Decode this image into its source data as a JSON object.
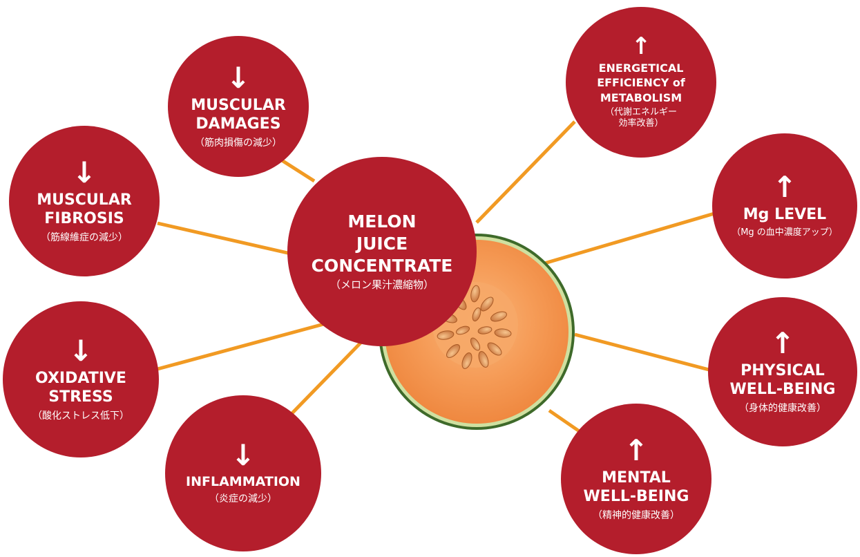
{
  "accent_color": "#b41e2c",
  "connector_color": "#f19a23",
  "melon_image": "melon-half-icon",
  "center": {
    "title": "MELON\nJUICE\nCONCENTRATE",
    "subtitle": "（メロン果汁濃縮物）"
  },
  "effects": {
    "muscular_damages": {
      "direction": "decrease",
      "arrow": "↓",
      "title": "MUSCULAR\nDAMAGES",
      "subtitle": "（筋肉損傷の減少）"
    },
    "muscular_fibrosis": {
      "direction": "decrease",
      "arrow": "↓",
      "title": "MUSCULAR\nFIBROSIS",
      "subtitle": "（筋線維症の減少）"
    },
    "oxidative_stress": {
      "direction": "decrease",
      "arrow": "↓",
      "title": "OXIDATIVE\nSTRESS",
      "subtitle": "（酸化ストレス低下）"
    },
    "inflammation": {
      "direction": "decrease",
      "arrow": "↓",
      "title": "INFLAMMATION",
      "subtitle": "（炎症の減少）"
    },
    "energetical_efficiency": {
      "direction": "increase",
      "arrow": "↑",
      "title": "ENERGETICAL\nEFFICIENCY of\nMETABOLISM",
      "subtitle": "（代謝エネルギー\n効率改善）"
    },
    "mg_level": {
      "direction": "increase",
      "arrow": "↑",
      "title": "Mg LEVEL",
      "subtitle": "（Mg の血中濃度アップ）"
    },
    "physical_well_being": {
      "direction": "increase",
      "arrow": "↑",
      "title": "PHYSICAL\nWELL-BEING",
      "subtitle": "（身体的健康改善）"
    },
    "mental_well_being": {
      "direction": "increase",
      "arrow": "↑",
      "title": "MENTAL\nWELL-BEING",
      "subtitle": "（精神的健康改善）"
    }
  }
}
